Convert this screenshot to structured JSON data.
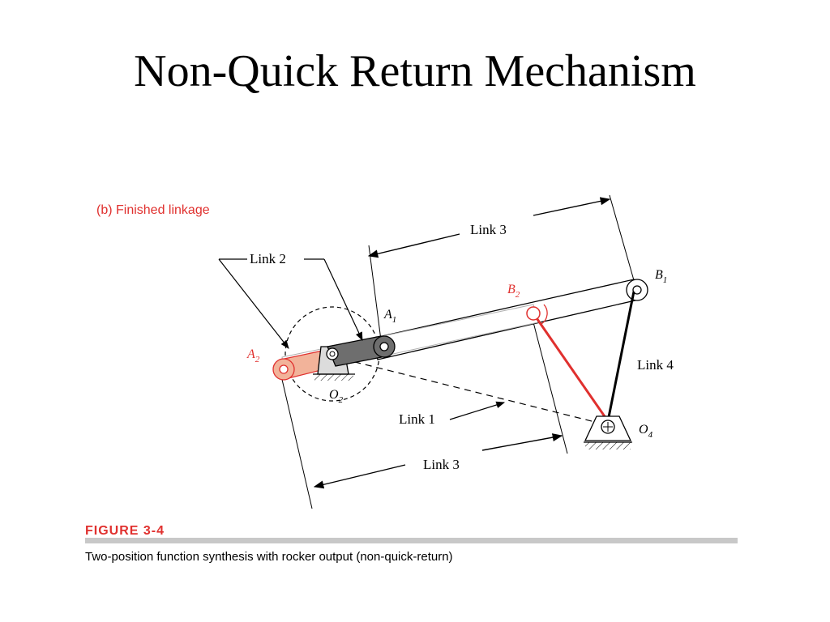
{
  "slide": {
    "title": "Non-Quick Return Mechanism"
  },
  "figure": {
    "panel_label": "(b)  Finished linkage",
    "figure_number": "FIGURE 3-4",
    "caption": "Two-position function synthesis with rocker output (non-quick-return)"
  },
  "labels": {
    "link3_top": "Link 3",
    "link3_bottom": "Link 3",
    "link2": "Link 2",
    "link1": "Link 1",
    "link4": "Link 4",
    "a1_main": "A",
    "a1_sub": "1",
    "a2_main": "A",
    "a2_sub": "2",
    "b1_main": "B",
    "b1_sub": "1",
    "b2_main": "B",
    "b2_sub": "2",
    "o2_main": "O",
    "o2_sub": "2",
    "o4_main": "O",
    "o4_sub": "4"
  },
  "colors": {
    "accent_red": "#e0302e",
    "link_fill_dark": "#6e6e6e",
    "link_fill_light_red": "#f2b39a",
    "caption_bar": "#c8c8c8"
  }
}
